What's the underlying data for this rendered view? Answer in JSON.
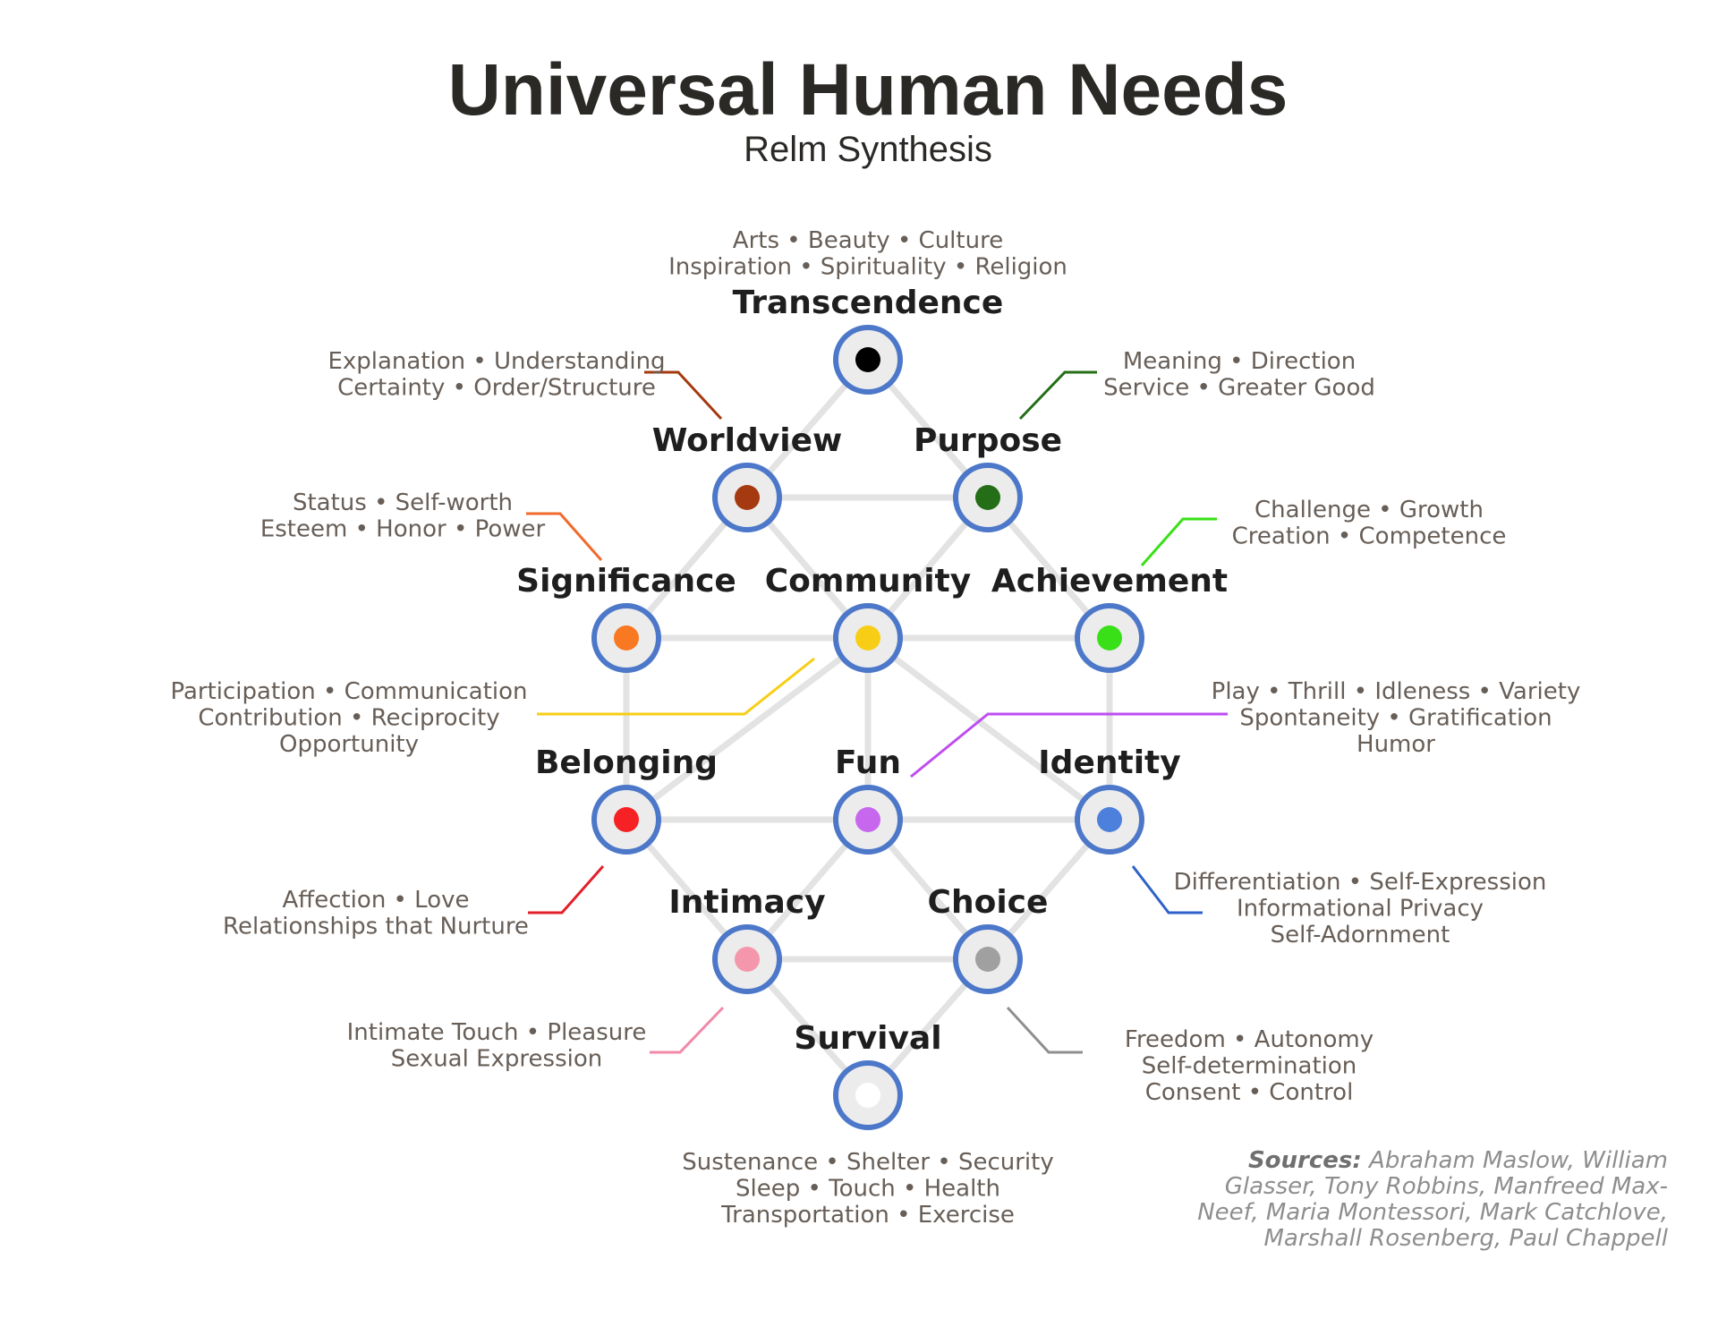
{
  "title": "Universal Human Needs",
  "subtitle": "Relm Synthesis",
  "nodes": {
    "transcendence": {
      "label": "Transcendence",
      "color": "#000000",
      "lines": [
        "Arts • Beauty • Culture",
        "Inspiration • Spirituality • Religion"
      ],
      "leader_color": ""
    },
    "worldview": {
      "label": "Worldview",
      "color": "#a5390f",
      "lines": [
        "Explanation • Understanding",
        "Certainty • Order/Structure"
      ],
      "leader_color": "#a5390f"
    },
    "purpose": {
      "label": "Purpose",
      "color": "#236e16",
      "lines": [
        "Meaning • Direction",
        "Service • Greater Good"
      ],
      "leader_color": "#236e16"
    },
    "significance": {
      "label": "Significance",
      "color": "#f97822",
      "lines": [
        "Status • Self-worth",
        "Esteem • Honor • Power"
      ],
      "leader_color": "#f26a2c"
    },
    "community": {
      "label": "Community",
      "color": "#f7ce15",
      "lines": [
        "Participation • Communication",
        "Contribution • Reciprocity",
        "Opportunity"
      ],
      "leader_color": "#f7ce15"
    },
    "achievement": {
      "label": "Achievement",
      "color": "#3ae017",
      "lines": [
        "Challenge • Growth",
        "Creation • Competence"
      ],
      "leader_color": "#3ae017"
    },
    "belonging": {
      "label": "Belonging",
      "color": "#f52124",
      "lines": [
        "Affection • Love",
        "Relationships that Nurture"
      ],
      "leader_color": "#e2202a"
    },
    "fun": {
      "label": "Fun",
      "color": "#c667ee",
      "lines": [
        "Play • Thrill • Idleness • Variety",
        "Spontaneity • Gratification",
        "Humor"
      ],
      "leader_color": "#bd4ef0"
    },
    "identity": {
      "label": "Identity",
      "color": "#4c80dc",
      "lines": [
        "Differentiation • Self-Expression",
        "Informational Privacy",
        "Self-Adornment"
      ],
      "leader_color": "#2f62c9"
    },
    "intimacy": {
      "label": "Intimacy",
      "color": "#f597ac",
      "lines": [
        "Intimate Touch • Pleasure",
        "Sexual Expression"
      ],
      "leader_color": "#f28aa7"
    },
    "choice": {
      "label": "Choice",
      "color": "#a0a0a0",
      "lines": [
        "Freedom • Autonomy",
        "Self-determination",
        "Consent • Control"
      ],
      "leader_color": "#8f8f8f"
    },
    "survival": {
      "label": "Survival",
      "color": "#ffffff",
      "lines": [
        "Sustenance • Shelter • Security",
        "Sleep • Touch • Health",
        "Transportation • Exercise"
      ],
      "leader_color": ""
    }
  },
  "sources": {
    "heading": "Sources:",
    "lines": [
      "Abraham Maslow, William",
      "Glasser, Tony Robbins, Manfreed Max-",
      "Neef, Maria Montessori, Mark Catchlove,",
      "Marshall Rosenberg, Paul Chappell"
    ]
  }
}
